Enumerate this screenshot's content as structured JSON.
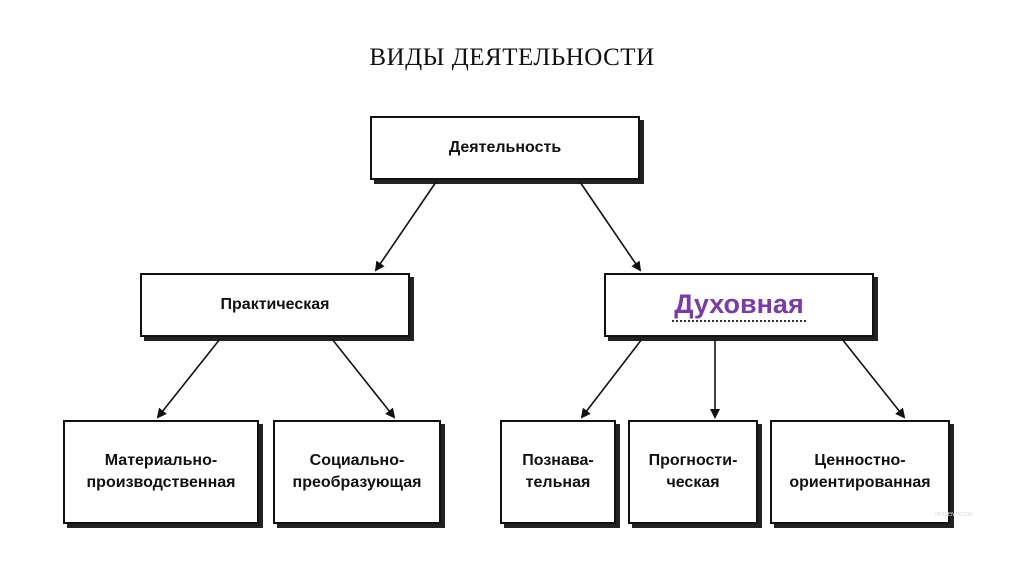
{
  "title": "ВИДЫ ДЕЯТЕЛЬНОСТИ",
  "nodes": {
    "root": "Деятельность",
    "practical": "Практическая",
    "spiritual": "Духовная",
    "material": "Материально-\nпроизводственная",
    "social": "Социально-\nпреобразующая",
    "cognitive": "Познава-\nтельная",
    "prognostic": "Прогности-\nческая",
    "value": "Ценностно-\nориентированная"
  },
  "watermark": "PRESENTATION",
  "colors": {
    "line": "#111111",
    "accent": "#7a3aa8"
  }
}
